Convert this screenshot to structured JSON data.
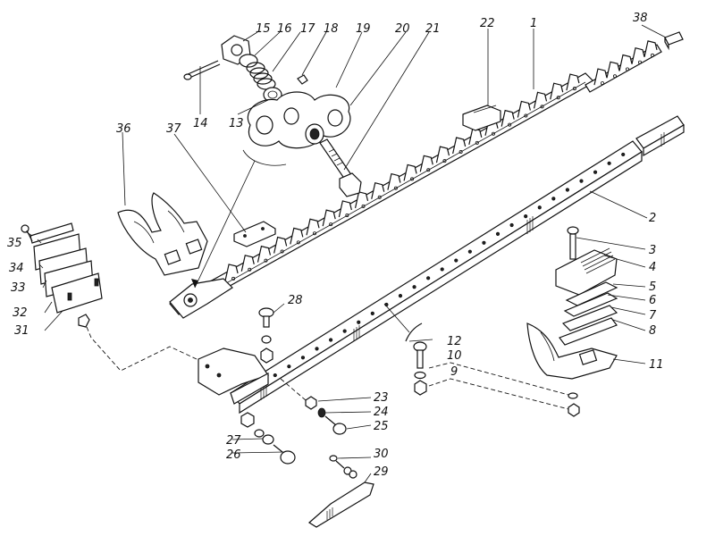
{
  "diagram": {
    "type": "exploded-assembly-drawing",
    "subject": "mower cutter bar assembly",
    "part_labels": [
      "1",
      "2",
      "3",
      "4",
      "5",
      "6",
      "7",
      "8",
      "9",
      "10",
      "11",
      "12",
      "13",
      "14",
      "15",
      "16",
      "17",
      "18",
      "19",
      "20",
      "21",
      "22",
      "23",
      "24",
      "25",
      "26",
      "27",
      "28",
      "29",
      "30",
      "31",
      "32",
      "33",
      "34",
      "35",
      "36",
      "37",
      "38"
    ]
  },
  "labels": {
    "l1": "1",
    "l2": "2",
    "l3": "3",
    "l4": "4",
    "l5": "5",
    "l6": "6",
    "l7": "7",
    "l8": "8",
    "l9": "9",
    "l10": "10",
    "l11": "11",
    "l12": "12",
    "l13": "13",
    "l14": "14",
    "l15": "15",
    "l16": "16",
    "l17": "17",
    "l18": "18",
    "l19": "19",
    "l20": "20",
    "l21": "21",
    "l22": "22",
    "l23": "23",
    "l24": "24",
    "l25": "25",
    "l26": "26",
    "l27": "27",
    "l28": "28",
    "l29": "29",
    "l30": "30",
    "l31": "31",
    "l32": "32",
    "l33": "33",
    "l34": "34",
    "l35": "35",
    "l36": "36",
    "l37": "37",
    "l38": "38"
  }
}
